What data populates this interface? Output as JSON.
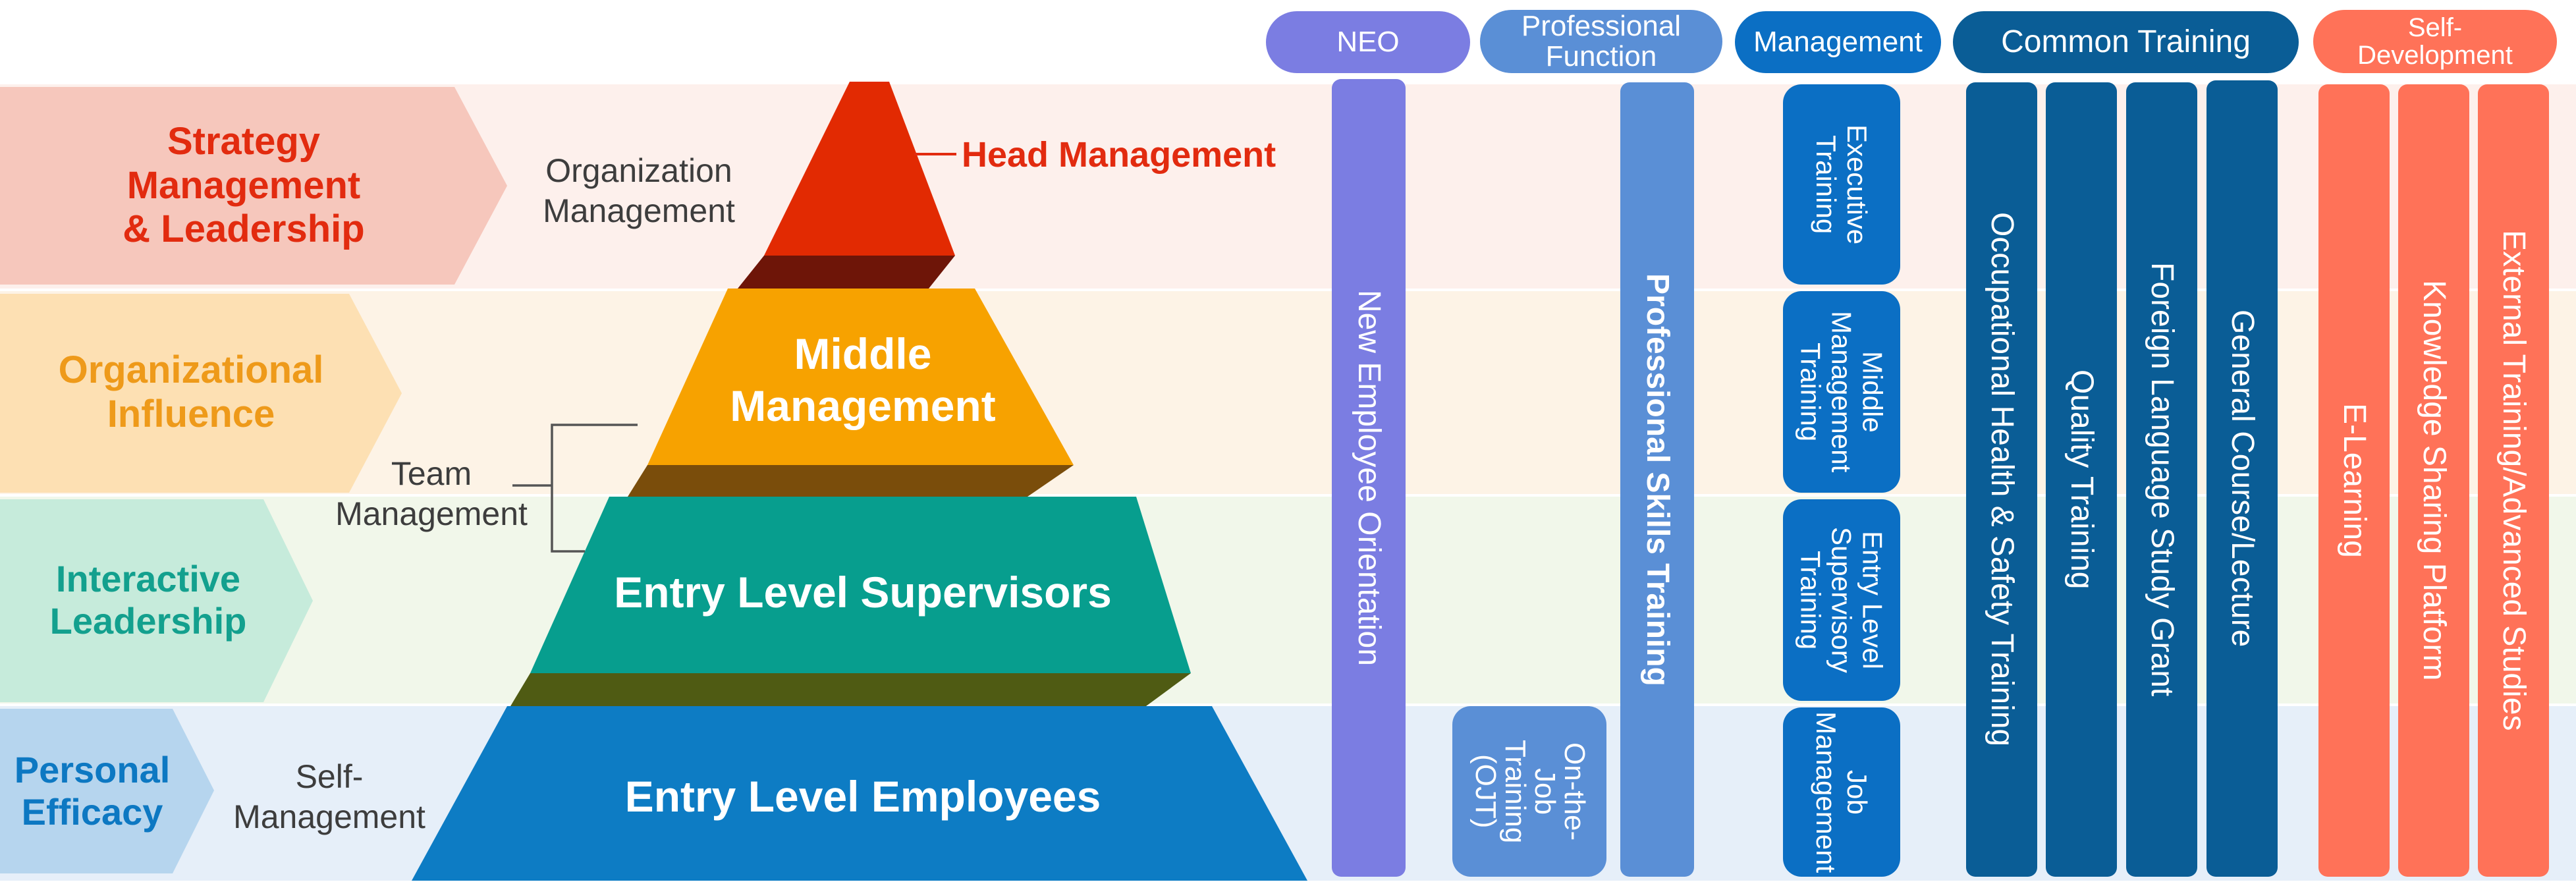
{
  "categories": [
    {
      "title": "NEO",
      "color": "#7b7de2"
    },
    {
      "title": "Professional\nFunction",
      "color": "#5a8fd6"
    },
    {
      "title": "Management",
      "color": "#0b6fc4"
    },
    {
      "title": "Common Training",
      "color": "#0a5d96"
    },
    {
      "title": "Self-\nDevelopment",
      "color": "#ff7258"
    }
  ],
  "left_labels": [
    {
      "text": "Strategy\nManagement\n& Leadership",
      "color": "#e22b0f"
    },
    {
      "text": "Organizational\nInfluence",
      "color": "#ee9a1a"
    },
    {
      "text": "Interactive\nLeadership",
      "color": "#13a08e"
    },
    {
      "text": "Personal\nEfficacy",
      "color": "#0d78c2"
    }
  ],
  "side_labels": {
    "organization": "Organization\nManagement",
    "team": "Team\nManagement",
    "self": "Self-\nManagement"
  },
  "pyramid": {
    "head": "Head Management",
    "middle": "Middle\nManagement",
    "supervisors": "Entry Level Supervisors",
    "employees": "Entry Level Employees"
  },
  "programs": {
    "neo": "New Employee Orientation",
    "professional": "Professional Skills Training",
    "ojt": "On-the-\nJob\nTraining\n(OJT)",
    "executive": "Executive\nTraining",
    "middle_mgmt": "Middle\nManagement\nTraining",
    "entry_supervisory": "Entry Level\nSupervisory\nTraining",
    "job_mgmt": "Job\nManagement",
    "ohs": "Occupational Health & Safety Training",
    "quality": "Quality Training",
    "language": "Foreign Language Study Grant",
    "general": "General Course/Lecture",
    "elearning": "E-Learning",
    "knowledge": "Knowledge Sharing Platform",
    "external": "External Training/Advanced Studies"
  }
}
